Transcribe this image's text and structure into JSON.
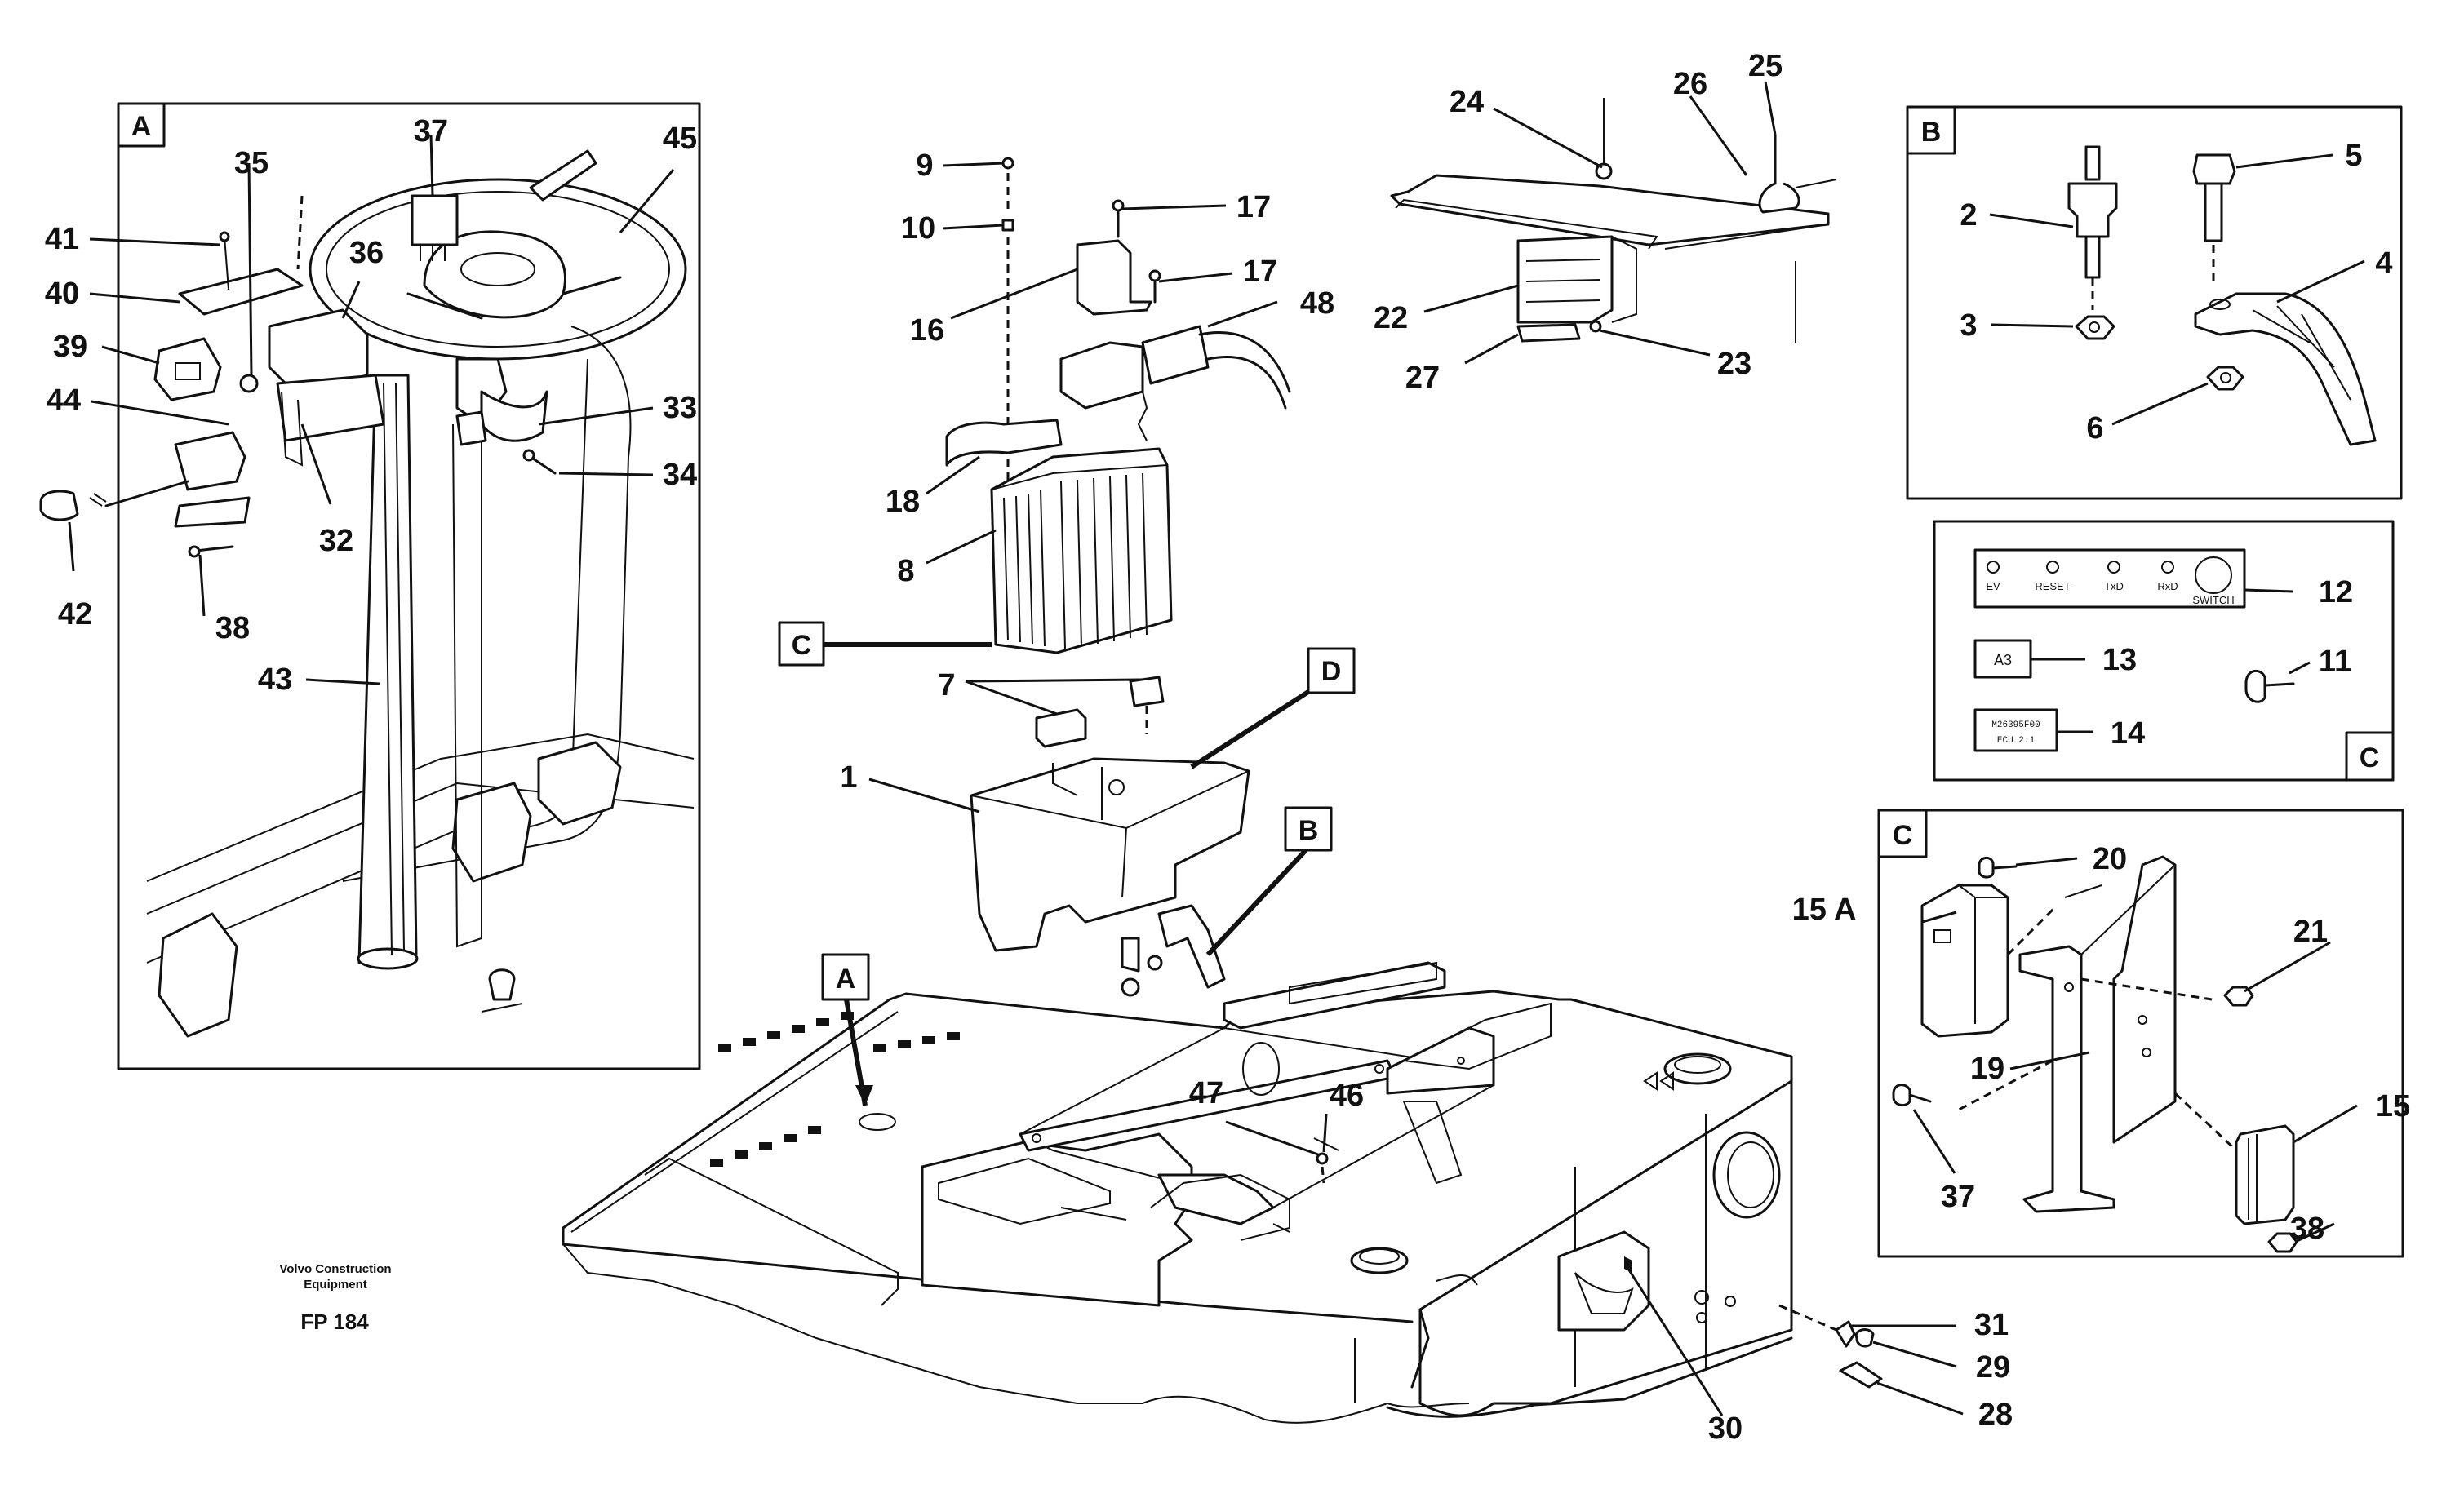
{
  "credit": {
    "line1": "Volvo Construction",
    "line2": "Equipment",
    "code": "FP 184"
  },
  "detail_labels": {
    "A": "A",
    "B": "B",
    "C": "C",
    "D": "D"
  },
  "panel_c_top": {
    "leds": [
      "EV",
      "RESET",
      "TxD",
      "RxD"
    ],
    "switch": "SWITCH",
    "tag_a3": "A3",
    "tag_part": "M26395F00",
    "tag_ecu": "ECU 2.1"
  },
  "callouts": {
    "c1": "1",
    "c2": "2",
    "c3": "3",
    "c4": "4",
    "c5": "5",
    "c6": "6",
    "c7": "7",
    "c8": "8",
    "c9": "9",
    "c10": "10",
    "c11": "11",
    "c12": "12",
    "c13": "13",
    "c14": "14",
    "c15": "15",
    "c15a": "15 A",
    "c16": "16",
    "c17a": "17",
    "c17b": "17",
    "c18": "18",
    "c19": "19",
    "c20": "20",
    "c21": "21",
    "c22": "22",
    "c23": "23",
    "c24": "24",
    "c25": "25",
    "c26": "26",
    "c27": "27",
    "c28": "28",
    "c29": "29",
    "c30": "30",
    "c31": "31",
    "c32": "32",
    "c33": "33",
    "c34": "34",
    "c35": "35",
    "c36": "36",
    "c37a": "37",
    "c37b": "37",
    "c38a": "38",
    "c38b": "38",
    "c39": "39",
    "c40": "40",
    "c41": "41",
    "c42": "42",
    "c43": "43",
    "c44": "44",
    "c45": "45",
    "c46": "46",
    "c47": "47",
    "c48": "48"
  }
}
